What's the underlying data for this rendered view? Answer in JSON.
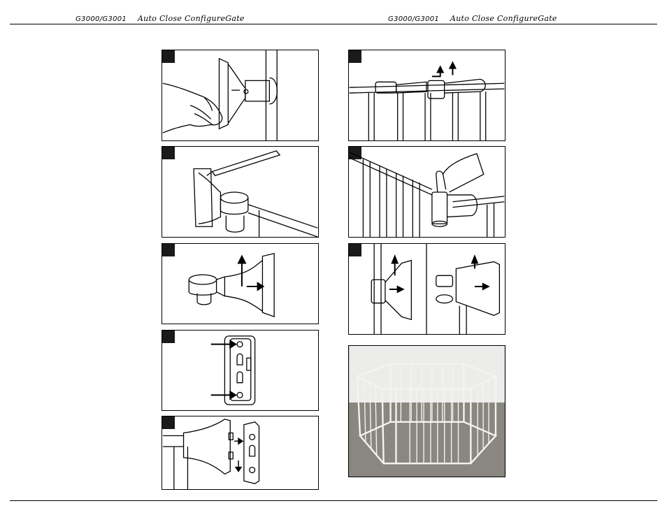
{
  "header": {
    "left": {
      "model": "G3000/G3001",
      "title": "Auto Close ConfigureGate"
    },
    "right": {
      "model": "G3000/G3001",
      "title": "Auto Close ConfigureGate"
    }
  },
  "colors": {
    "ink": "#000000",
    "photo_floor": "#8a8780",
    "photo_wall": "#ececea",
    "gate": "#f4f3ef"
  },
  "figures": [
    {
      "icon": "hand-holding-wall-mount"
    },
    {
      "icon": "pencil-marking-holes"
    },
    {
      "icon": "mount-slide-up"
    },
    {
      "icon": "screw-holes-plate"
    },
    {
      "icon": "mount-plate-attach"
    },
    {
      "icon": "gate-lift-latch"
    },
    {
      "icon": "finger-press-latch"
    },
    {
      "icon": "remove-mount-from-gate"
    },
    {
      "icon": "playpen-photo"
    }
  ]
}
